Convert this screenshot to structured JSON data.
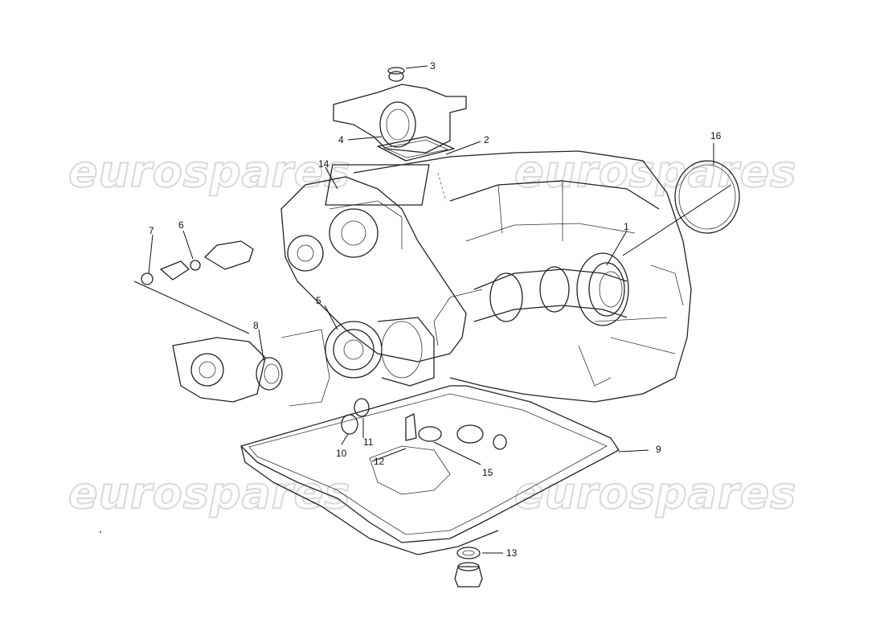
{
  "watermark": {
    "text": "eurospares"
  },
  "callouts": [
    {
      "id": "1",
      "label": "1"
    },
    {
      "id": "2",
      "label": "2"
    },
    {
      "id": "3",
      "label": "3"
    },
    {
      "id": "4",
      "label": "4"
    },
    {
      "id": "5",
      "label": "5"
    },
    {
      "id": "6",
      "label": "6"
    },
    {
      "id": "7",
      "label": "7"
    },
    {
      "id": "8",
      "label": "8"
    },
    {
      "id": "9",
      "label": "9"
    },
    {
      "id": "10",
      "label": "10"
    },
    {
      "id": "11",
      "label": "11"
    },
    {
      "id": "12",
      "label": "12"
    },
    {
      "id": "13",
      "label": "13"
    },
    {
      "id": "14",
      "label": "14"
    },
    {
      "id": "15",
      "label": "15"
    },
    {
      "id": "16",
      "label": "16"
    }
  ],
  "colors": {
    "line": "#222222",
    "watermark_stroke": "#d9d9d9",
    "background": "#ffffff"
  }
}
